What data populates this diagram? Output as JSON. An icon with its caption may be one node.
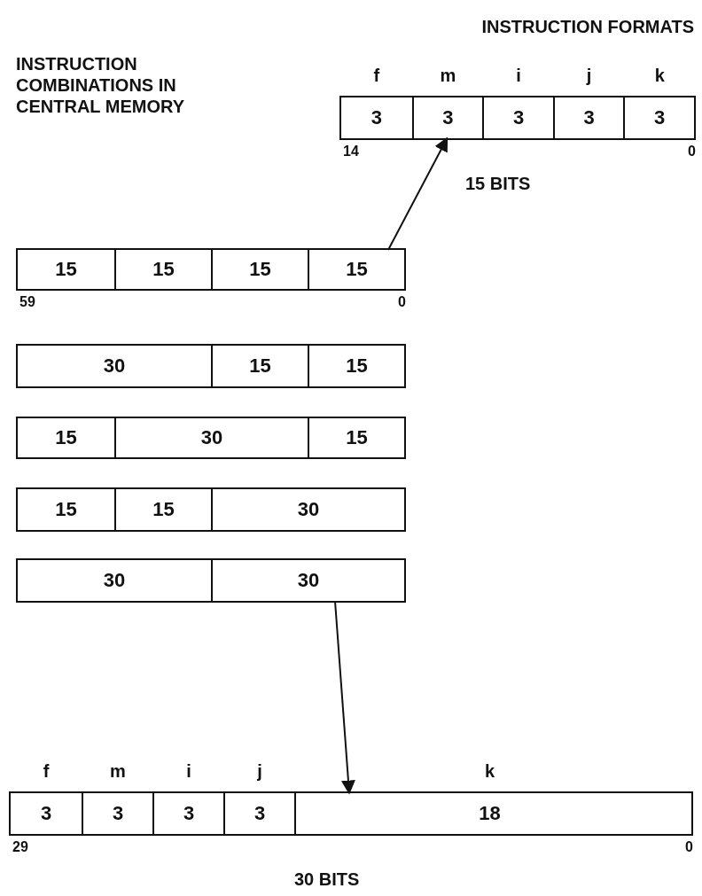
{
  "diagram": {
    "nodes": [
      {
        "text": [],
        "shape": "box",
        "beside": [
          "14",
          "0",
          "15 BITS"
        ]
      },
      {
        "text": [
          "3"
        ],
        "in": 0,
        "beside": [
          "f"
        ]
      },
      {
        "text": [
          "3"
        ],
        "in": 0,
        "beside": [
          "m"
        ]
      },
      {
        "text": [
          "3"
        ],
        "in": 0,
        "beside": [
          "i"
        ]
      },
      {
        "text": [
          "3"
        ],
        "in": 0,
        "beside": [
          "j"
        ]
      },
      {
        "text": [
          "3"
        ],
        "in": 0,
        "beside": [
          "k"
        ]
      },
      {
        "text": [],
        "shape": "box",
        "beside": [
          "59",
          "0"
        ]
      },
      {
        "text": [
          "15"
        ],
        "in": 6
      },
      {
        "text": [
          "15"
        ],
        "in": 6
      },
      {
        "text": [
          "15"
        ],
        "in": 6
      },
      {
        "text": [
          "15"
        ],
        "in": 6
      },
      {
        "text": [],
        "shape": "box"
      },
      {
        "text": [
          "30"
        ],
        "in": 11
      },
      {
        "text": [
          "15"
        ],
        "in": 11
      },
      {
        "text": [
          "15"
        ],
        "in": 11
      },
      {
        "text": [],
        "shape": "box"
      },
      {
        "text": [
          "15"
        ],
        "in": 15
      },
      {
        "text": [
          "30"
        ],
        "in": 15
      },
      {
        "text": [
          "15"
        ],
        "in": 15
      },
      {
        "text": [],
        "shape": "box"
      },
      {
        "text": [
          "15"
        ],
        "in": 19
      },
      {
        "text": [
          "15"
        ],
        "in": 19
      },
      {
        "text": [
          "30"
        ],
        "in": 19
      },
      {
        "text": [],
        "shape": "box"
      },
      {
        "text": [
          "30"
        ],
        "in": 23
      },
      {
        "text": [
          "30"
        ],
        "in": 23
      },
      {
        "text": [],
        "shape": "box",
        "beside": [
          "29",
          "0",
          "30 BITS"
        ]
      },
      {
        "text": [
          "3"
        ],
        "in": 26,
        "beside": [
          "f"
        ]
      },
      {
        "text": [
          "3"
        ],
        "in": 26,
        "beside": [
          "m"
        ]
      },
      {
        "text": [
          "3"
        ],
        "in": 26,
        "beside": [
          "i"
        ]
      },
      {
        "text": [
          "3"
        ],
        "in": 26,
        "beside": [
          "j"
        ]
      },
      {
        "text": [
          "18"
        ],
        "in": 26,
        "beside": [
          "k"
        ]
      }
    ],
    "edges": [
      {
        "from": 10,
        "to": 2,
        "arrow": "to"
      },
      {
        "from": 25,
        "to": 31,
        "arrow": "to"
      }
    ],
    "labels": [
      "INSTRUCTION FORMATS",
      "INSTRUCTION COMBINATIONS IN CENTRAL MEMORY"
    ]
  }
}
